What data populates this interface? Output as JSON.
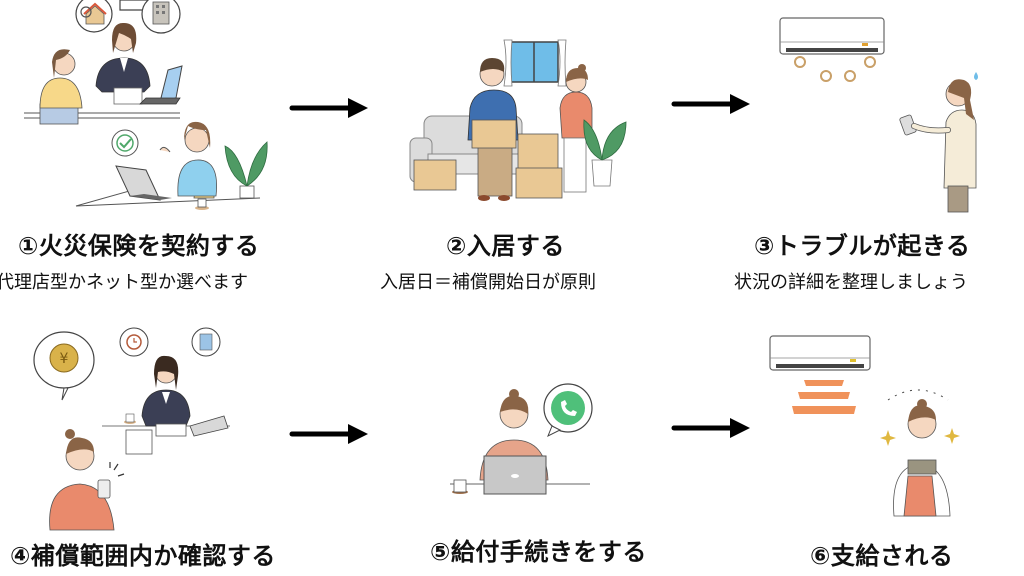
{
  "steps": [
    {
      "number": "①",
      "title": "①火災保険を契約する",
      "subtitle": "代理店型かネット型か選べます",
      "illustration": "agent-consultation-and-online-contract"
    },
    {
      "number": "②",
      "title": "②入居する",
      "subtitle": "入居日＝補償開始日が原則",
      "illustration": "couple-moving-in-with-boxes"
    },
    {
      "number": "③",
      "title": "③トラブルが起きる",
      "subtitle": "状況の詳細を整理しましょう",
      "illustration": "air-conditioner-malfunction"
    },
    {
      "number": "④",
      "title": "④補償範囲内か確認する",
      "subtitle": "",
      "illustration": "checking-coverage-on-phone"
    },
    {
      "number": "⑤",
      "title": "⑤給付手続きをする",
      "subtitle": "",
      "illustration": "claim-via-laptop-and-chat"
    },
    {
      "number": "⑥",
      "title": "⑥支給される",
      "subtitle": "",
      "illustration": "receiving-payment-ac-working"
    }
  ],
  "arrows": [
    "arrow-1-to-2",
    "arrow-2-to-3",
    "arrow-4-to-5",
    "arrow-5-to-6"
  ],
  "colors": {
    "text": "#111111",
    "arrow": "#000000",
    "skin": "#f5d7c0",
    "hair": "#7a5a40",
    "suit": "#3b3f55",
    "box": "#e9c894",
    "window": "#6fbde8",
    "plant": "#4f9a64",
    "coral": "#e98a6c",
    "whatsapp": "#4fc07a",
    "coin": "#d9b24a",
    "swirl": "#c9a068",
    "warm_air": "#f0925a"
  }
}
